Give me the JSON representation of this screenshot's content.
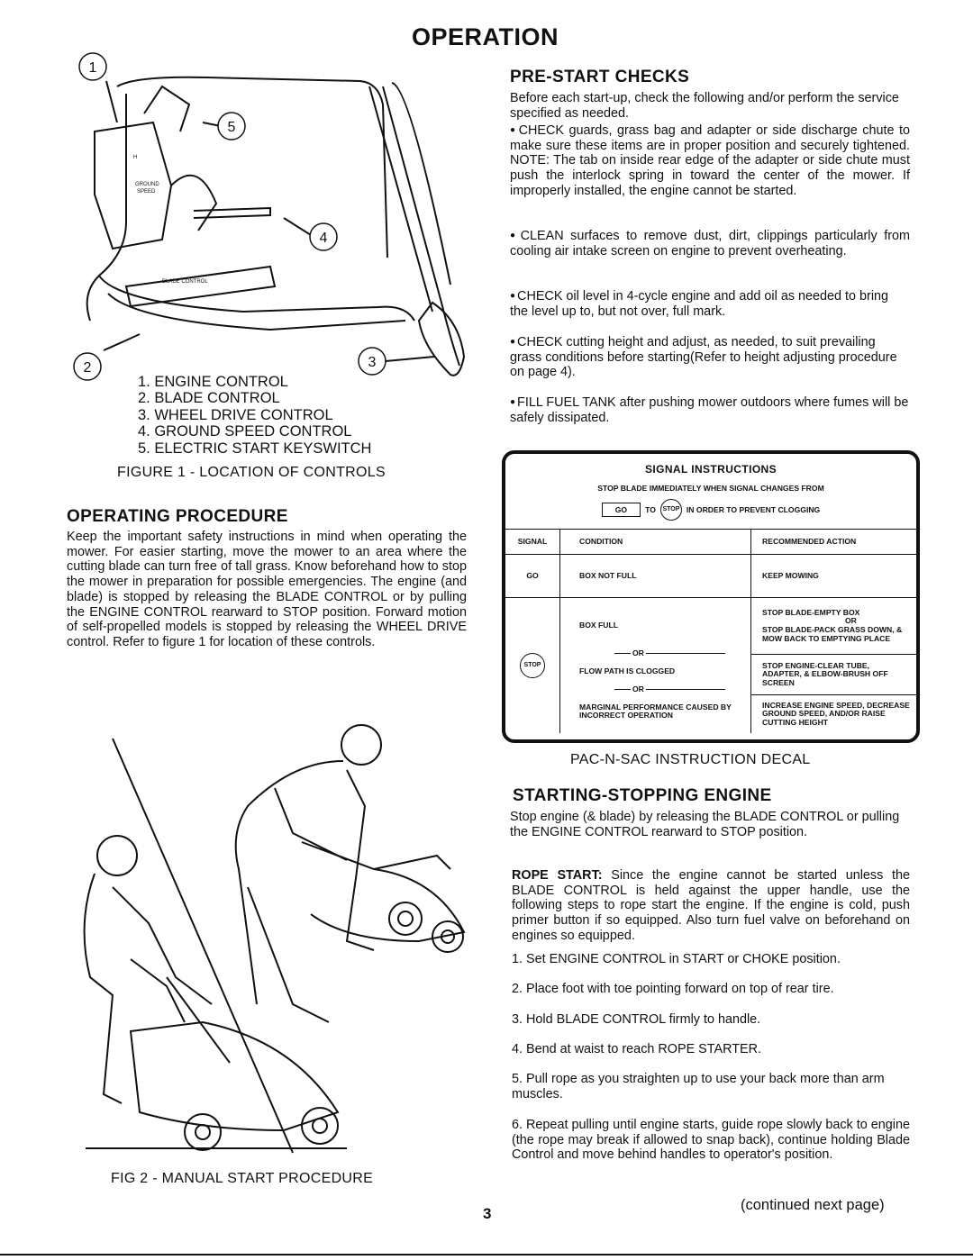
{
  "page_title": "OPERATION",
  "figure1": {
    "callouts": [
      "1",
      "2",
      "3",
      "4",
      "5"
    ],
    "legend": [
      "1. ENGINE CONTROL",
      "2. BLADE CONTROL",
      "3. WHEEL DRIVE CONTROL",
      "4. GROUND SPEED CONTROL",
      "5. ELECTRIC START KEYSWITCH"
    ],
    "caption": "FIGURE 1 - LOCATION OF CONTROLS"
  },
  "operating": {
    "heading": "OPERATING PROCEDURE",
    "text": "Keep the important safety instructions in mind when operating the mower. For easier starting, move the mower to an area where the cutting blade can turn free of tall grass. Know beforehand how to stop the mower in preparation for possible emergencies. The engine (and blade) is stopped by releasing the BLADE CONTROL or by pulling the ENGINE CONTROL rearward to STOP position. Forward motion of self-propelled models is stopped by releasing the WHEEL DRIVE control. Refer to figure 1 for location of these controls."
  },
  "figure2": {
    "caption": "FIG 2 - MANUAL START PROCEDURE"
  },
  "prestart": {
    "heading": "PRE-START CHECKS",
    "intro": "Before each start-up, check the following and/or perform the service specified as needed.",
    "bullets": [
      "CHECK guards, grass bag and adapter or side discharge chute to make sure these items are in proper position and securely tightened. NOTE: The tab on inside rear edge of the adapter or side chute must push the interlock spring in toward the center of the mower. If improperly installed, the engine cannot be started.",
      "CLEAN surfaces to remove dust, dirt, clippings particularly from cooling air intake screen on engine to prevent overheating.",
      "CHECK oil level in 4-cycle engine and add oil as needed to bring the level up to, but not over, full mark.",
      "CHECK cutting height and adjust, as needed, to suit prevailing grass conditions before starting(Refer to height adjusting procedure on page 4).",
      "FILL FUEL TANK after pushing mower outdoors where fumes will be safely dissipated."
    ]
  },
  "decal": {
    "title": "SIGNAL INSTRUCTIONS",
    "line1": "STOP BLADE IMMEDIATELY WHEN SIGNAL CHANGES FROM",
    "go_box": "GO",
    "to": "TO",
    "stop_sign": "STOP",
    "line2_end": "IN ORDER TO PREVENT CLOGGING",
    "headers": [
      "SIGNAL",
      "CONDITION",
      "RECOMMENDED ACTION"
    ],
    "go_signal": "GO",
    "go_condition": "BOX NOT FULL",
    "go_action": "KEEP MOWING",
    "stop_signal": "STOP",
    "box_full": "BOX FULL",
    "action1a": "STOP BLADE-EMPTY BOX",
    "or": "OR",
    "action1b": "STOP BLADE-PACK GRASS DOWN, & MOW BACK TO EMPTYING PLACE",
    "or_line": "OR",
    "flow_path": "FLOW PATH IS CLOGGED",
    "action2": "STOP ENGINE-CLEAR TUBE, ADAPTER, & ELBOW-BRUSH OFF SCREEN",
    "marginal": "MARGINAL PERFORMANCE CAUSED BY INCORRECT OPERATION",
    "action3": "INCREASE ENGINE SPEED, DECREASE GROUND SPEED, AND/OR RAISE CUTTING HEIGHT",
    "caption": "PAC-N-SAC INSTRUCTION DECAL"
  },
  "starting": {
    "heading": "STARTING-STOPPING ENGINE",
    "intro": "Stop engine (& blade) by releasing the BLADE CONTROL or pulling the ENGINE CONTROL rearward to STOP position.",
    "rope_label": "ROPE START:",
    "rope_text": " Since the engine cannot be started unless the BLADE CONTROL is held against the upper handle, use the following steps to rope start the engine. If the engine is cold, push primer button if so equipped. Also turn fuel valve on beforehand on engines so equipped.",
    "steps": [
      "1. Set ENGINE CONTROL in START or CHOKE position.",
      "2. Place foot with toe pointing forward on top of rear tire.",
      "3. Hold BLADE CONTROL firmly to handle.",
      "4. Bend at waist to reach ROPE STARTER.",
      "5. Pull rope as you straighten up to use your back more than arm muscles.",
      "6. Repeat pulling until engine starts, guide rope slowly back to engine (the rope may break if allowed to snap back), continue holding Blade Control and move behind handles to operator's position."
    ]
  },
  "footer": {
    "page_number": "3",
    "continued": "(continued next page)"
  }
}
